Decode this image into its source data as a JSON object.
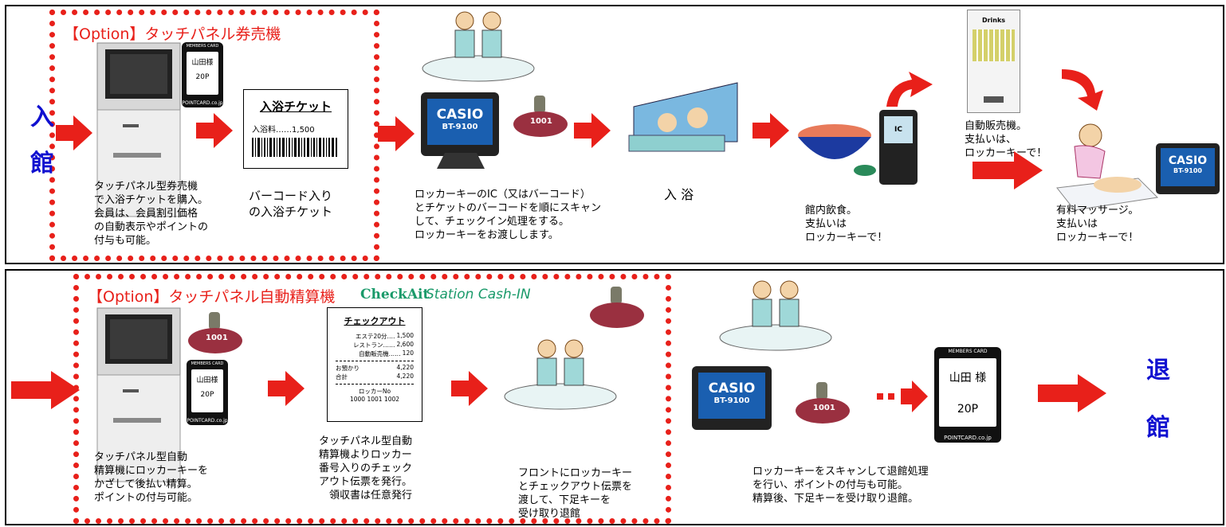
{
  "colors": {
    "arrow": "#e8201a",
    "dotted_frame": "#e8201a",
    "vertical_text": "#1010d0",
    "station_text": "#1a9a6a"
  },
  "top": {
    "option_label": "【Option】タッチパネル券売機",
    "enter": {
      "char1": "入",
      "char2": "館"
    },
    "card": {
      "name": "山田様",
      "points": "20P",
      "header": "MEMBERS CARD",
      "footer": "POINTCARD.co.jp"
    },
    "ticket": {
      "title": "入浴チケット",
      "line": "入浴料‥‥‥1,500"
    },
    "kiosk_caption": "タッチパネル型券売機\nで入浴チケットを購入。\n会員は、会員割引価格\nの自動表示やポイントの\n付与も可能。",
    "ticket_caption": "バーコード入り\nの入浴チケット",
    "terminal": {
      "brand": "CASIO",
      "model": "BT-9100"
    },
    "locker_key": "1001",
    "checkin_caption": "ロッカーキーのIC（又はバーコード）\nとチケットのバーコードを順にスキャン\nして、チェックイン処理をする。\nロッカーキーをお渡しします。",
    "bath_caption": "入 浴",
    "handheld_icon": "IC",
    "dining_caption": "館内飲食。\n支払いは\nロッカーキーで！",
    "vending": {
      "label": "Drinks",
      "caption": "自動販売機。\n支払いは、\nロッカーキーで！"
    },
    "massage_caption": "有料マッサージ。\n支払いは\nロッカーキーで！"
  },
  "bottom": {
    "option_label": "【Option】タッチパネル自動精算機",
    "station_logo": "CheckAit",
    "station_name": "Station Cash-IN",
    "locker_key": "1001",
    "card": {
      "name": "山田様",
      "points": "20P",
      "header": "MEMBERS CARD",
      "footer": "POINTCARD.co.jp"
    },
    "receipt": {
      "title": "チェックアウト",
      "lines": [
        {
          "label": "エステ20分‥‥",
          "value": "1,500"
        },
        {
          "label": "レストラン‥‥‥",
          "value": "2,600"
        },
        {
          "label": "自動販売機‥‥‥",
          "value": "120"
        }
      ],
      "deposit_label": "お預かり",
      "deposit_value": "4,220",
      "total_label": "合計",
      "total_value": "4,220",
      "locker_label": "ロッカーNo",
      "locker_numbers": "1000 1001 1002"
    },
    "settle_caption": "タッチパネル型自動\n精算機にロッカーキーを\nかざして後払い精算。\nポイントの付与可能。",
    "receipt_caption": "タッチパネル型自動\n精算機よりロッカー\n番号入りのチェック\nアウト伝票を発行。\n　領収書は任意発行",
    "front_caption": "フロントにロッカーキー\nとチェックアウト伝票を\n渡して、下足キーを\n受け取り退館",
    "terminal": {
      "brand": "CASIO",
      "model": "BT-9100"
    },
    "locker_key2": "1001",
    "big_card": {
      "name": "山田 様",
      "points": "20P",
      "header": "MEMBERS CARD",
      "footer": "POINTCARD.co.jp"
    },
    "checkout_caption": "ロッカーキーをスキャンして退館処理\nを行い、ポイントの付与も可能。\n精算後、下足キーを受け取り退館。",
    "exit": {
      "char1": "退",
      "char2": "館"
    }
  }
}
